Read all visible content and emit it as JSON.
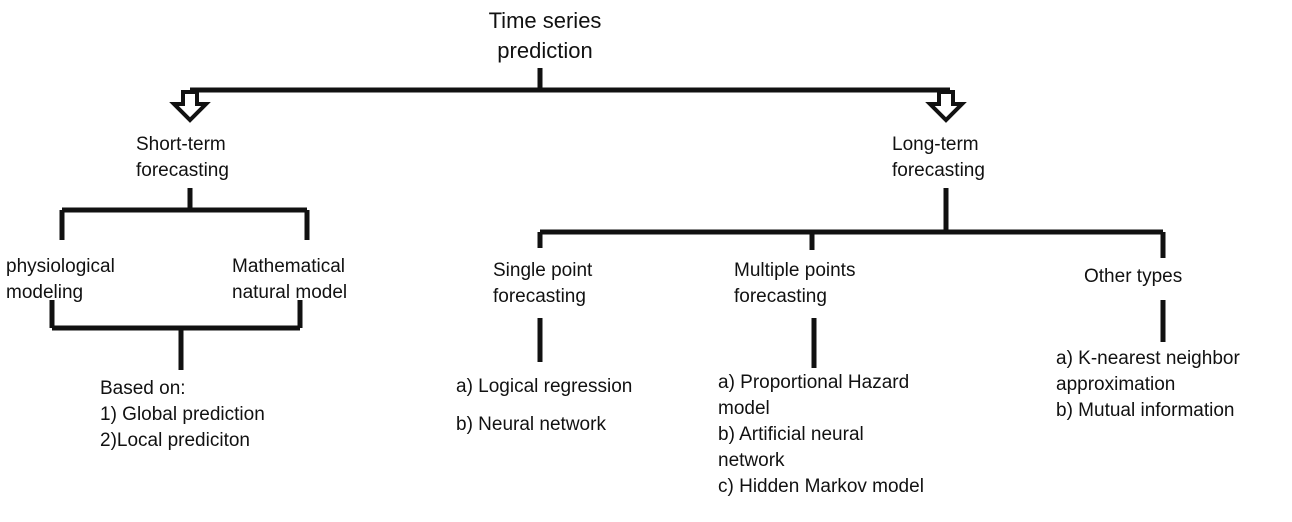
{
  "root": {
    "lines": [
      "Time series",
      "prediction"
    ]
  },
  "short_term": {
    "label": [
      "Short-term",
      "forecasting"
    ],
    "left_child": [
      "physiological",
      "modeling"
    ],
    "right_child": [
      "Mathematical",
      "natural model"
    ],
    "based_on": [
      "Based on:",
      "1) Global prediction",
      "2)Local prediciton"
    ]
  },
  "long_term": {
    "label": [
      "Long-term",
      "forecasting"
    ],
    "single": {
      "label": [
        "Single point",
        "forecasting"
      ],
      "items": [
        "a) Logical regression",
        "b) Neural network"
      ]
    },
    "multiple": {
      "label": [
        "Multiple points",
        "forecasting"
      ],
      "items": [
        "a) Proportional Hazard",
        "model",
        "b) Artificial neural",
        "network",
        "c) Hidden Markov model"
      ]
    },
    "other": {
      "label": [
        "Other types"
      ],
      "items": [
        "a) K-nearest neighbor",
        "approximation",
        "b) Mutual information"
      ]
    }
  },
  "colors": {
    "line": "#111111",
    "text": "#111111",
    "background": "#ffffff"
  }
}
